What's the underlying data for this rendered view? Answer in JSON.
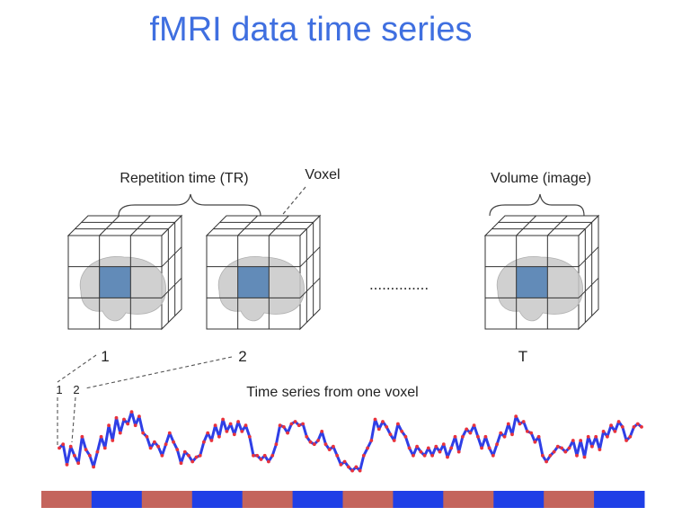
{
  "title": "fMRI data time series",
  "labels": {
    "repetition_time": "Repetition time (TR)",
    "voxel": "Voxel",
    "volume": "Volume (image)",
    "ellipsis": "..............",
    "vol1": "1",
    "vol2": "2",
    "volT": "T",
    "tick1": "1",
    "tick2": "2",
    "timeseries": "Time series from one voxel"
  },
  "colors": {
    "title": "#3f6fe0",
    "voxel_fill": "#4f7fb4",
    "brain": "#c8c8c8",
    "line": "#2f3fe6",
    "point": "#e8323c",
    "block_a": "#c4645c",
    "block_b": "#1f3fe6"
  },
  "timeseries": [
    0.4,
    0.45,
    0.18,
    0.42,
    0.3,
    0.2,
    0.55,
    0.38,
    0.3,
    0.15,
    0.35,
    0.55,
    0.4,
    0.7,
    0.5,
    0.8,
    0.6,
    0.78,
    0.72,
    0.88,
    0.7,
    0.82,
    0.6,
    0.55,
    0.4,
    0.48,
    0.42,
    0.3,
    0.45,
    0.6,
    0.48,
    0.38,
    0.2,
    0.35,
    0.3,
    0.22,
    0.28,
    0.3,
    0.48,
    0.6,
    0.5,
    0.7,
    0.55,
    0.78,
    0.62,
    0.72,
    0.58,
    0.75,
    0.62,
    0.7,
    0.55,
    0.3,
    0.3,
    0.25,
    0.3,
    0.22,
    0.3,
    0.45,
    0.7,
    0.68,
    0.6,
    0.72,
    0.75,
    0.7,
    0.72,
    0.55,
    0.48,
    0.45,
    0.5,
    0.62,
    0.45,
    0.38,
    0.42,
    0.3,
    0.18,
    0.22,
    0.15,
    0.1,
    0.15,
    0.1,
    0.3,
    0.4,
    0.5,
    0.78,
    0.65,
    0.75,
    0.68,
    0.58,
    0.5,
    0.72,
    0.62,
    0.55,
    0.4,
    0.3,
    0.42,
    0.35,
    0.3,
    0.4,
    0.3,
    0.42,
    0.35,
    0.45,
    0.28,
    0.4,
    0.55,
    0.35,
    0.55,
    0.65,
    0.6,
    0.7,
    0.55,
    0.4,
    0.55,
    0.4,
    0.3,
    0.45,
    0.6,
    0.55,
    0.72,
    0.58,
    0.82,
    0.72,
    0.75,
    0.62,
    0.6,
    0.48,
    0.55,
    0.3,
    0.22,
    0.3,
    0.35,
    0.42,
    0.4,
    0.35,
    0.4,
    0.5,
    0.3,
    0.5,
    0.28,
    0.55,
    0.42,
    0.55,
    0.38,
    0.62,
    0.55,
    0.7,
    0.62,
    0.75,
    0.68,
    0.5,
    0.55,
    0.68,
    0.72,
    0.68
  ],
  "blocks": [
    "A",
    "B",
    "A",
    "B",
    "A",
    "B",
    "A",
    "B",
    "A",
    "B",
    "A",
    "B"
  ]
}
